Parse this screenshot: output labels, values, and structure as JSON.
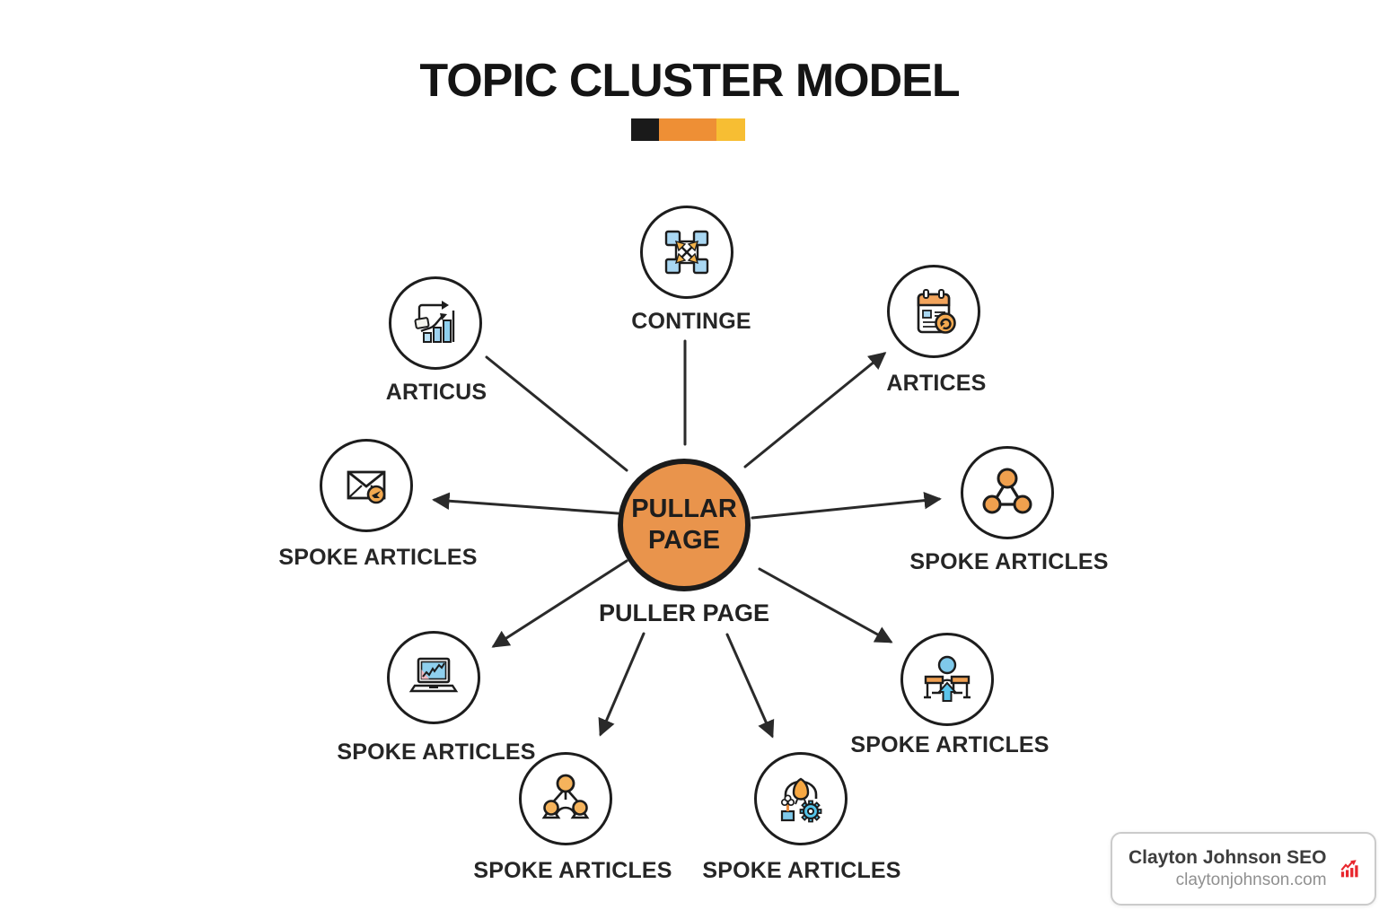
{
  "title": "TOPIC CLUSTER MODEL",
  "accent_bar": {
    "colors": [
      "#1A1A1A",
      "#EE8F35",
      "#F7BE33"
    ]
  },
  "hub": {
    "label": "PULLAR PAGE",
    "line1": "PULLAR",
    "line2": "PAGE",
    "caption": "PULLER PAGE",
    "fill": "#E9944C"
  },
  "nodes": [
    {
      "id": "contingency",
      "label": "CONTINGE",
      "icon": "network-cross-icon"
    },
    {
      "id": "articles",
      "label": "ARTICES",
      "icon": "calendar-refresh-icon"
    },
    {
      "id": "spoke-network",
      "label": "SPOKE ARTICLES",
      "icon": "molecule-icon"
    },
    {
      "id": "articus",
      "label": "ARTICUS",
      "icon": "bar-chart-growth-icon"
    },
    {
      "id": "spoke-mail",
      "label": "SPOKE ARTICLES",
      "icon": "envelope-icon"
    },
    {
      "id": "spoke-laptop",
      "label": "SPOKE ARTICLES",
      "icon": "laptop-chart-icon"
    },
    {
      "id": "spoke-hierarchy",
      "label": "SPOKE ARTICLES",
      "icon": "hierarchy-icon"
    },
    {
      "id": "spoke-automation",
      "label": "SPOKE ARTICLES",
      "icon": "automation-gear-icon"
    },
    {
      "id": "spoke-person",
      "label": "SPOKE ARTICLES",
      "icon": "person-growth-icon"
    }
  ],
  "branding": {
    "name": "Clayton Johnson SEO",
    "website": "claytonjohnson.com",
    "icon": "growth-bars-icon",
    "accent": "#E8262D"
  },
  "colors": {
    "line": "#2A2A2A",
    "icon_orange": "#F2A44F",
    "icon_blue": "#8FD0EE",
    "gear_blue": "#54C6EC"
  }
}
